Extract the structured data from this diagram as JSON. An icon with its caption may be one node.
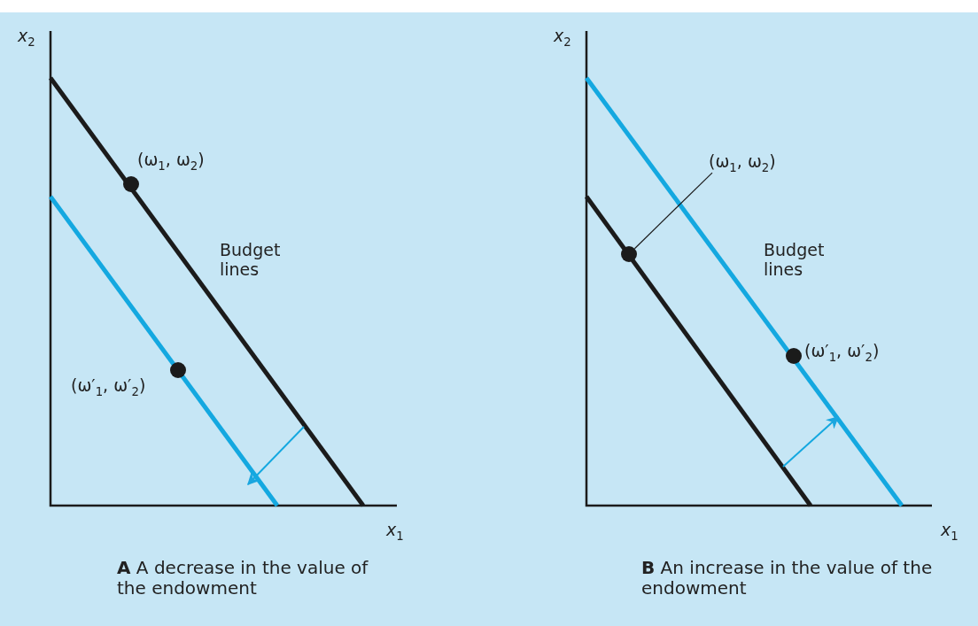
{
  "diagram": {
    "nodes": [
      {
        "text": [
          "(ω$_{1}$, ω$_{2}$)"
        ]
      },
      {
        "text": [],
        "shape": "circle"
      }
    ],
    "edges": [
      {
        "from": 0,
        "to": 1,
        "arrow": "none"
      }
    ],
    "labels": [
      "*x*$_{2}$",
      "*x*$_{2}$",
      "(ω$_{1}$, ω$_{2}$)",
      "Budget lines",
      "Budget lines",
      "(ω′$_{1}$, ω′$_{2}$)",
      "(ω′$_{1}$, ω′$_{2}$)",
      "*x*$_{1}$",
      "*x*$_{1}$",
      "**A** A decrease in the value of the endowment",
      "**B** An increase in the value of the endowment"
    ]
  }
}
